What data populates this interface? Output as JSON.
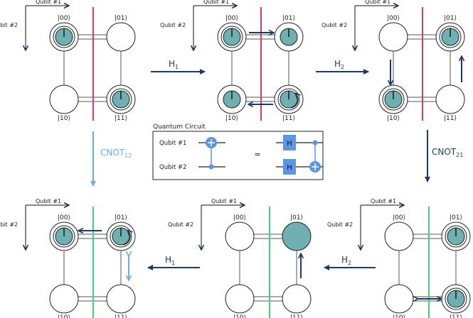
{
  "axes": {
    "x_label": "Qubit #1",
    "y_label": "Qubit #2"
  },
  "states": {
    "s00": "|00⟩",
    "s01": "|01⟩",
    "s10": "|10⟩",
    "s11": "|11⟩"
  },
  "operations": {
    "h1": {
      "main": "H",
      "sub": "1"
    },
    "h2": {
      "main": "H",
      "sub": "2"
    },
    "cnot12": {
      "main": "CNOT",
      "sub": "12"
    },
    "cnot21": {
      "main": "CNOT",
      "sub": "21"
    }
  },
  "circuit": {
    "title": "Quantum Circuit",
    "qubit1_label": "Qubit #1",
    "qubit2_label": "Qubit #2",
    "equals": "=",
    "gate_label": "H"
  },
  "colors": {
    "teal": "#6fb0b3",
    "navy": "#1b3c62",
    "light_blue": "#6aaee6",
    "magenta": "#d8396e",
    "green": "#3fd37a",
    "gate_blue": "#5b95e8"
  }
}
